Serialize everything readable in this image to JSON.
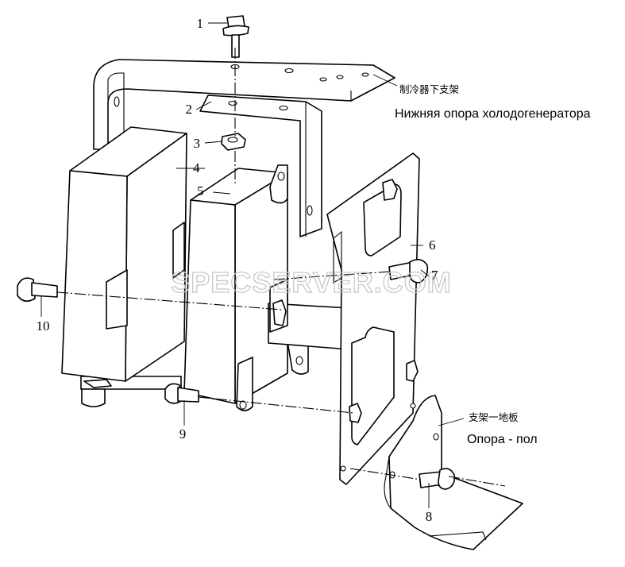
{
  "labels": {
    "part_1": "1",
    "part_2": "2",
    "part_3": "3",
    "part_4": "4",
    "part_5": "5",
    "part_6": "6",
    "part_7": "7",
    "part_8": "8",
    "part_9": "9",
    "part_10": "10"
  },
  "annotations": {
    "bracket_cn": "制冷器下支架",
    "bracket_ru": "Нижняя опора холодогенератора",
    "floor_cn": "支架一地板",
    "floor_ru": "Опора - пол"
  },
  "watermark": "SPECSERVER.COM",
  "colors": {
    "line": "#000000",
    "background": "#ffffff",
    "watermark": "#c8c8c8"
  }
}
